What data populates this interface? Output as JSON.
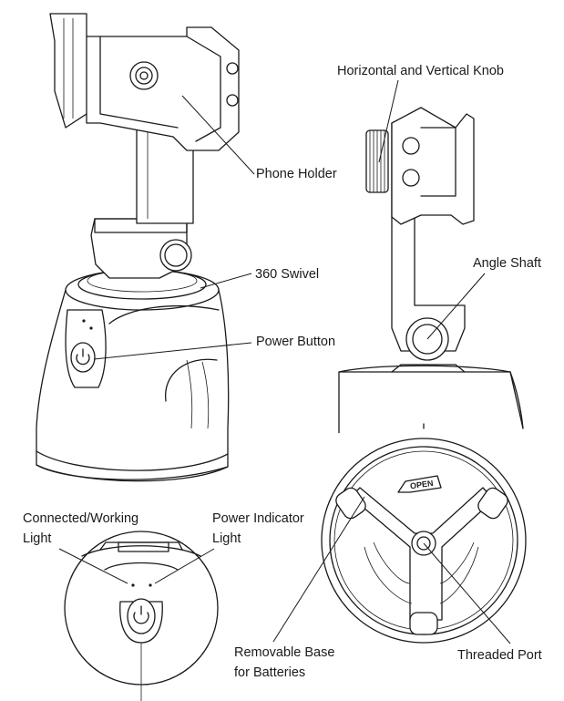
{
  "labels": {
    "phone_holder": "Phone Holder",
    "horizontal_vertical_knob": "Horizontal and Vertical Knob",
    "angle_shaft": "Angle Shaft",
    "swivel_360": "360 Swivel",
    "power_button": "Power Button",
    "connected_working_light_line1": "Connected/Working",
    "connected_working_light_line2": "Light",
    "power_indicator_light_line1": "Power Indicator",
    "power_indicator_light_line2": "Light",
    "removable_base_line1": "Removable Base",
    "removable_base_line2": "for Batteries",
    "threaded_port": "Threaded Port",
    "open_marking": "OPEN"
  }
}
